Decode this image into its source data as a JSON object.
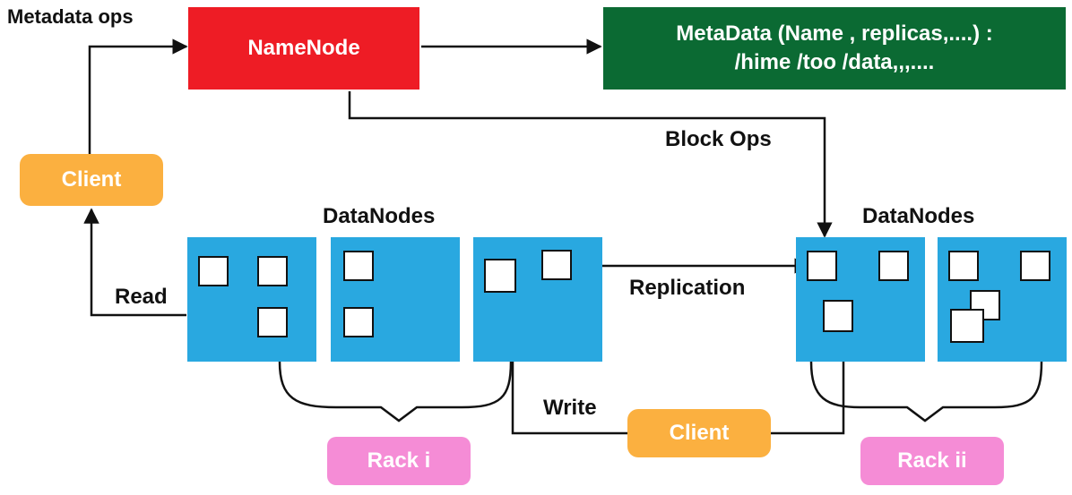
{
  "labels": {
    "metadata_ops": "Metadata ops",
    "block_ops": "Block Ops",
    "datanodes_left": "DataNodes",
    "datanodes_right": "DataNodes",
    "read": "Read",
    "replication": "Replication",
    "write": "Write"
  },
  "namenode": {
    "label": "NameNode"
  },
  "metadata": {
    "line1": "MetaData (Name , replicas,....) :",
    "line2": "/hime /too /data,,,...."
  },
  "client_top": {
    "label": "Client"
  },
  "client_bottom": {
    "label": "Client"
  },
  "racks": {
    "rack_i": "Rack i",
    "rack_ii": "Rack ii"
  },
  "colors": {
    "namenode": "#ee1c25",
    "metadata": "#0b6a33",
    "client": "#fbb040",
    "datanode": "#29a8e0",
    "rack": "#f58cd6"
  }
}
